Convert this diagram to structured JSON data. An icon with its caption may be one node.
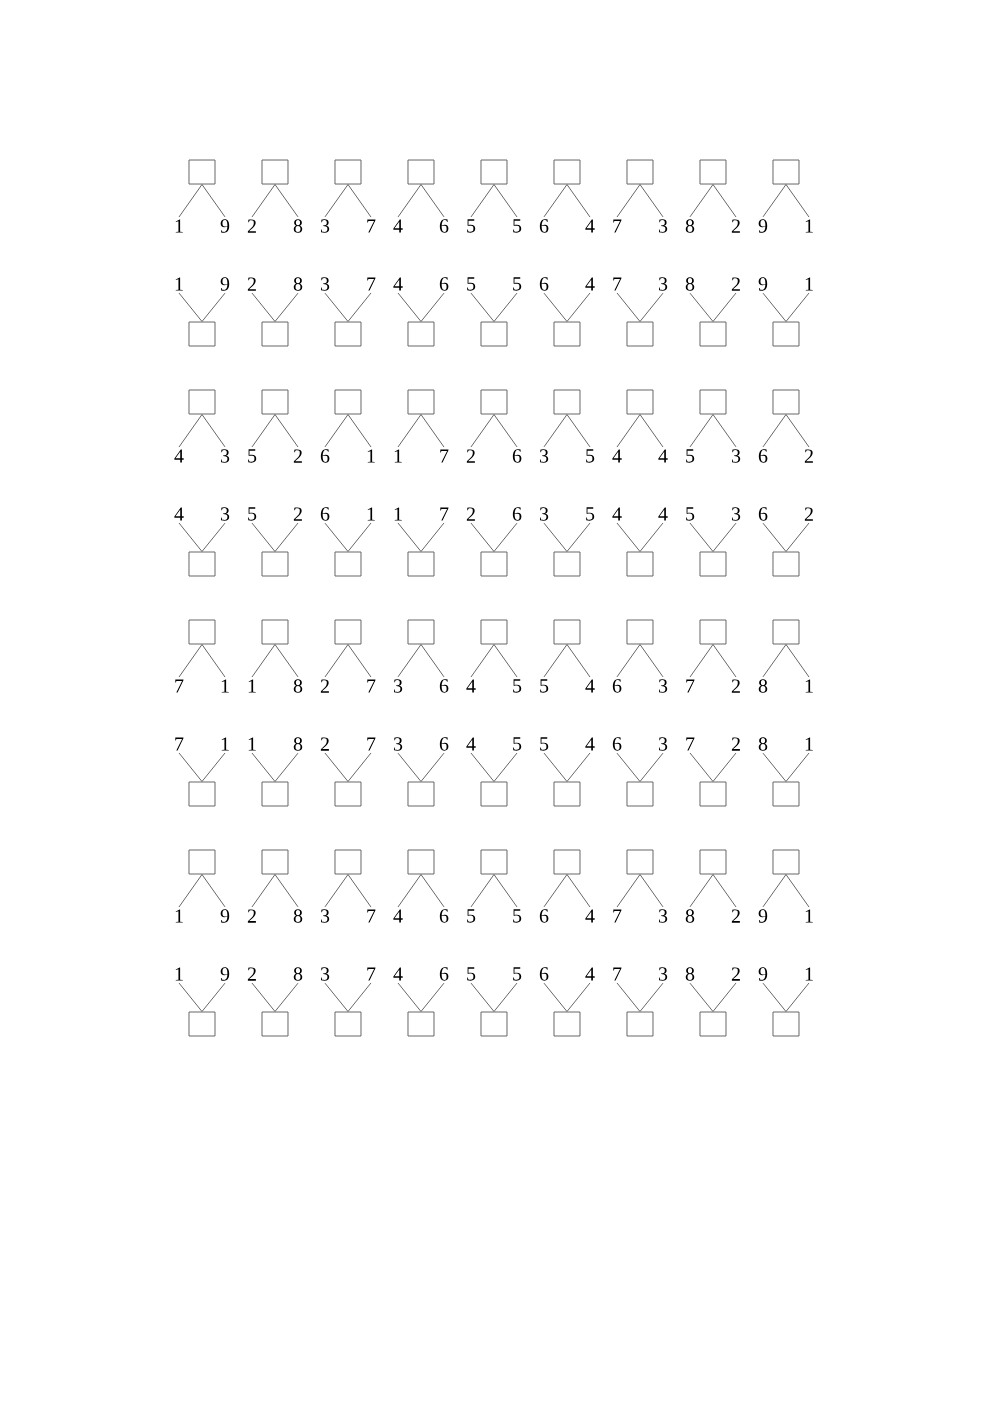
{
  "diagram": {
    "nodes": [
      {
        "text": [],
        "shape": "box"
      },
      {
        "text": [
          "1"
        ]
      },
      {
        "text": [
          "9"
        ]
      },
      {
        "text": [],
        "shape": "box"
      },
      {
        "text": [
          "2"
        ]
      },
      {
        "text": [
          "8"
        ]
      },
      {
        "text": [],
        "shape": "box"
      },
      {
        "text": [
          "3"
        ]
      },
      {
        "text": [
          "7"
        ]
      },
      {
        "text": [],
        "shape": "box"
      },
      {
        "text": [
          "4"
        ]
      },
      {
        "text": [
          "6"
        ]
      },
      {
        "text": [],
        "shape": "box"
      },
      {
        "text": [
          "5"
        ]
      },
      {
        "text": [
          "5"
        ]
      },
      {
        "text": [],
        "shape": "box"
      },
      {
        "text": [
          "6"
        ]
      },
      {
        "text": [
          "4"
        ]
      },
      {
        "text": [],
        "shape": "box"
      },
      {
        "text": [
          "7"
        ]
      },
      {
        "text": [
          "3"
        ]
      },
      {
        "text": [],
        "shape": "box"
      },
      {
        "text": [
          "8"
        ]
      },
      {
        "text": [
          "2"
        ]
      },
      {
        "text": [],
        "shape": "box"
      },
      {
        "text": [
          "9"
        ]
      },
      {
        "text": [
          "1"
        ]
      },
      {
        "text": [
          "1"
        ]
      },
      {
        "text": [
          "9"
        ]
      },
      {
        "text": [],
        "shape": "box"
      },
      {
        "text": [
          "2"
        ]
      },
      {
        "text": [
          "8"
        ]
      },
      {
        "text": [],
        "shape": "box"
      },
      {
        "text": [
          "3"
        ]
      },
      {
        "text": [
          "7"
        ]
      },
      {
        "text": [],
        "shape": "box"
      },
      {
        "text": [
          "4"
        ]
      },
      {
        "text": [
          "6"
        ]
      },
      {
        "text": [],
        "shape": "box"
      },
      {
        "text": [
          "5"
        ]
      },
      {
        "text": [
          "5"
        ]
      },
      {
        "text": [],
        "shape": "box"
      },
      {
        "text": [
          "6"
        ]
      },
      {
        "text": [
          "4"
        ]
      },
      {
        "text": [],
        "shape": "box"
      },
      {
        "text": [
          "7"
        ]
      },
      {
        "text": [
          "3"
        ]
      },
      {
        "text": [],
        "shape": "box"
      },
      {
        "text": [
          "8"
        ]
      },
      {
        "text": [
          "2"
        ]
      },
      {
        "text": [],
        "shape": "box"
      },
      {
        "text": [
          "9"
        ]
      },
      {
        "text": [
          "1"
        ]
      },
      {
        "text": [],
        "shape": "box"
      },
      {
        "text": [],
        "shape": "box"
      },
      {
        "text": [
          "4"
        ]
      },
      {
        "text": [
          "3"
        ]
      },
      {
        "text": [],
        "shape": "box"
      },
      {
        "text": [
          "5"
        ]
      },
      {
        "text": [
          "2"
        ]
      },
      {
        "text": [],
        "shape": "box"
      },
      {
        "text": [
          "6"
        ]
      },
      {
        "text": [
          "1"
        ]
      },
      {
        "text": [],
        "shape": "box"
      },
      {
        "text": [
          "1"
        ]
      },
      {
        "text": [
          "7"
        ]
      },
      {
        "text": [],
        "shape": "box"
      },
      {
        "text": [
          "2"
        ]
      },
      {
        "text": [
          "6"
        ]
      },
      {
        "text": [],
        "shape": "box"
      },
      {
        "text": [
          "3"
        ]
      },
      {
        "text": [
          "5"
        ]
      },
      {
        "text": [],
        "shape": "box"
      },
      {
        "text": [
          "4"
        ]
      },
      {
        "text": [
          "4"
        ]
      },
      {
        "text": [],
        "shape": "box"
      },
      {
        "text": [
          "5"
        ]
      },
      {
        "text": [
          "3"
        ]
      },
      {
        "text": [],
        "shape": "box"
      },
      {
        "text": [
          "6"
        ]
      },
      {
        "text": [
          "2"
        ]
      },
      {
        "text": [
          "4"
        ]
      },
      {
        "text": [
          "3"
        ]
      },
      {
        "text": [],
        "shape": "box"
      },
      {
        "text": [
          "5"
        ]
      },
      {
        "text": [
          "2"
        ]
      },
      {
        "text": [],
        "shape": "box"
      },
      {
        "text": [
          "6"
        ]
      },
      {
        "text": [
          "1"
        ]
      },
      {
        "text": [],
        "shape": "box"
      },
      {
        "text": [
          "1"
        ]
      },
      {
        "text": [
          "7"
        ]
      },
      {
        "text": [],
        "shape": "box"
      },
      {
        "text": [
          "2"
        ]
      },
      {
        "text": [
          "6"
        ]
      },
      {
        "text": [],
        "shape": "box"
      },
      {
        "text": [
          "3"
        ]
      },
      {
        "text": [
          "5"
        ]
      },
      {
        "text": [],
        "shape": "box"
      },
      {
        "text": [
          "4"
        ]
      },
      {
        "text": [
          "4"
        ]
      },
      {
        "text": [],
        "shape": "box"
      },
      {
        "text": [
          "5"
        ]
      },
      {
        "text": [
          "3"
        ]
      },
      {
        "text": [],
        "shape": "box"
      },
      {
        "text": [
          "6"
        ]
      },
      {
        "text": [
          "2"
        ]
      },
      {
        "text": [],
        "shape": "box"
      },
      {
        "text": [],
        "shape": "box"
      },
      {
        "text": [
          "7"
        ]
      },
      {
        "text": [
          "1"
        ]
      },
      {
        "text": [],
        "shape": "box"
      },
      {
        "text": [
          "1"
        ]
      },
      {
        "text": [
          "8"
        ]
      },
      {
        "text": [],
        "shape": "box"
      },
      {
        "text": [
          "2"
        ]
      },
      {
        "text": [
          "7"
        ]
      },
      {
        "text": [],
        "shape": "box"
      },
      {
        "text": [
          "3"
        ]
      },
      {
        "text": [
          "6"
        ]
      },
      {
        "text": [],
        "shape": "box"
      },
      {
        "text": [
          "4"
        ]
      },
      {
        "text": [
          "5"
        ]
      },
      {
        "text": [],
        "shape": "box"
      },
      {
        "text": [
          "5"
        ]
      },
      {
        "text": [
          "4"
        ]
      },
      {
        "text": [],
        "shape": "box"
      },
      {
        "text": [
          "6"
        ]
      },
      {
        "text": [
          "3"
        ]
      },
      {
        "text": [],
        "shape": "box"
      },
      {
        "text": [
          "7"
        ]
      },
      {
        "text": [
          "2"
        ]
      },
      {
        "text": [],
        "shape": "box"
      },
      {
        "text": [
          "8"
        ]
      },
      {
        "text": [
          "1"
        ]
      },
      {
        "text": [
          "7"
        ]
      },
      {
        "text": [
          "1"
        ]
      },
      {
        "text": [],
        "shape": "box"
      },
      {
        "text": [
          "1"
        ]
      },
      {
        "text": [
          "8"
        ]
      },
      {
        "text": [],
        "shape": "box"
      },
      {
        "text": [
          "2"
        ]
      },
      {
        "text": [
          "7"
        ]
      },
      {
        "text": [],
        "shape": "box"
      },
      {
        "text": [
          "3"
        ]
      },
      {
        "text": [
          "6"
        ]
      },
      {
        "text": [],
        "shape": "box"
      },
      {
        "text": [
          "4"
        ]
      },
      {
        "text": [
          "5"
        ]
      },
      {
        "text": [],
        "shape": "box"
      },
      {
        "text": [
          "5"
        ]
      },
      {
        "text": [
          "4"
        ]
      },
      {
        "text": [],
        "shape": "box"
      },
      {
        "text": [
          "6"
        ]
      },
      {
        "text": [
          "3"
        ]
      },
      {
        "text": [],
        "shape": "box"
      },
      {
        "text": [
          "7"
        ]
      },
      {
        "text": [
          "2"
        ]
      },
      {
        "text": [],
        "shape": "box"
      },
      {
        "text": [
          "8"
        ]
      },
      {
        "text": [
          "1"
        ]
      },
      {
        "text": [],
        "shape": "box"
      },
      {
        "text": [],
        "shape": "box"
      },
      {
        "text": [
          "1"
        ]
      },
      {
        "text": [
          "9"
        ]
      },
      {
        "text": [],
        "shape": "box"
      },
      {
        "text": [
          "2"
        ]
      },
      {
        "text": [
          "8"
        ]
      },
      {
        "text": [],
        "shape": "box"
      },
      {
        "text": [
          "3"
        ]
      },
      {
        "text": [
          "7"
        ]
      },
      {
        "text": [],
        "shape": "box"
      },
      {
        "text": [
          "4"
        ]
      },
      {
        "text": [
          "6"
        ]
      },
      {
        "text": [],
        "shape": "box"
      },
      {
        "text": [
          "5"
        ]
      },
      {
        "text": [
          "5"
        ]
      },
      {
        "text": [],
        "shape": "box"
      },
      {
        "text": [
          "6"
        ]
      },
      {
        "text": [
          "4"
        ]
      },
      {
        "text": [],
        "shape": "box"
      },
      {
        "text": [
          "7"
        ]
      },
      {
        "text": [
          "3"
        ]
      },
      {
        "text": [],
        "shape": "box"
      },
      {
        "text": [
          "8"
        ]
      },
      {
        "text": [
          "2"
        ]
      },
      {
        "text": [],
        "shape": "box"
      },
      {
        "text": [
          "9"
        ]
      },
      {
        "text": [
          "1"
        ]
      },
      {
        "text": [
          "1"
        ]
      },
      {
        "text": [
          "9"
        ]
      },
      {
        "text": [],
        "shape": "box"
      },
      {
        "text": [
          "2"
        ]
      },
      {
        "text": [
          "8"
        ]
      },
      {
        "text": [],
        "shape": "box"
      },
      {
        "text": [
          "3"
        ]
      },
      {
        "text": [
          "7"
        ]
      },
      {
        "text": [],
        "shape": "box"
      },
      {
        "text": [
          "4"
        ]
      },
      {
        "text": [
          "6"
        ]
      },
      {
        "text": [],
        "shape": "box"
      },
      {
        "text": [
          "5"
        ]
      },
      {
        "text": [
          "5"
        ]
      },
      {
        "text": [],
        "shape": "box"
      },
      {
        "text": [
          "6"
        ]
      },
      {
        "text": [
          "4"
        ]
      },
      {
        "text": [],
        "shape": "box"
      },
      {
        "text": [
          "7"
        ]
      },
      {
        "text": [
          "3"
        ]
      },
      {
        "text": [],
        "shape": "box"
      },
      {
        "text": [
          "8"
        ]
      },
      {
        "text": [
          "2"
        ]
      },
      {
        "text": [],
        "shape": "box"
      },
      {
        "text": [
          "9"
        ]
      },
      {
        "text": [
          "1"
        ]
      },
      {
        "text": [],
        "shape": "box"
      }
    ],
    "edges": [
      {
        "from": 0,
        "to": 1,
        "arrow": "none"
      },
      {
        "from": 0,
        "to": 2,
        "arrow": "none"
      },
      {
        "from": 3,
        "to": 4,
        "arrow": "none"
      },
      {
        "from": 3,
        "to": 5,
        "arrow": "none"
      },
      {
        "from": 6,
        "to": 7,
        "arrow": "none"
      },
      {
        "from": 6,
        "to": 8,
        "arrow": "none"
      },
      {
        "from": 9,
        "to": 10,
        "arrow": "none"
      },
      {
        "from": 9,
        "to": 11,
        "arrow": "none"
      },
      {
        "from": 12,
        "to": 13,
        "arrow": "none"
      },
      {
        "from": 12,
        "to": 14,
        "arrow": "none"
      },
      {
        "from": 15,
        "to": 16,
        "arrow": "none"
      },
      {
        "from": 15,
        "to": 17,
        "arrow": "none"
      },
      {
        "from": 18,
        "to": 19,
        "arrow": "none"
      },
      {
        "from": 18,
        "to": 20,
        "arrow": "none"
      },
      {
        "from": 21,
        "to": 22,
        "arrow": "none"
      },
      {
        "from": 21,
        "to": 23,
        "arrow": "none"
      },
      {
        "from": 24,
        "to": 25,
        "arrow": "none"
      },
      {
        "from": 24,
        "to": 26,
        "arrow": "none"
      },
      {
        "from": 29,
        "to": 27,
        "arrow": "none"
      },
      {
        "from": 29,
        "to": 28,
        "arrow": "none"
      },
      {
        "from": 32,
        "to": 30,
        "arrow": "none"
      },
      {
        "from": 32,
        "to": 31,
        "arrow": "none"
      },
      {
        "from": 35,
        "to": 33,
        "arrow": "none"
      },
      {
        "from": 35,
        "to": 34,
        "arrow": "none"
      },
      {
        "from": 38,
        "to": 36,
        "arrow": "none"
      },
      {
        "from": 38,
        "to": 37,
        "arrow": "none"
      },
      {
        "from": 41,
        "to": 39,
        "arrow": "none"
      },
      {
        "from": 41,
        "to": 40,
        "arrow": "none"
      },
      {
        "from": 44,
        "to": 42,
        "arrow": "none"
      },
      {
        "from": 44,
        "to": 43,
        "arrow": "none"
      },
      {
        "from": 47,
        "to": 45,
        "arrow": "none"
      },
      {
        "from": 47,
        "to": 46,
        "arrow": "none"
      },
      {
        "from": 50,
        "to": 48,
        "arrow": "none"
      },
      {
        "from": 50,
        "to": 49,
        "arrow": "none"
      },
      {
        "from": 53,
        "to": 51,
        "arrow": "none"
      },
      {
        "from": 53,
        "to": 52,
        "arrow": "none"
      },
      {
        "from": 54,
        "to": 55,
        "arrow": "none"
      },
      {
        "from": 54,
        "to": 56,
        "arrow": "none"
      },
      {
        "from": 57,
        "to": 58,
        "arrow": "none"
      },
      {
        "from": 57,
        "to": 59,
        "arrow": "none"
      },
      {
        "from": 60,
        "to": 61,
        "arrow": "none"
      },
      {
        "from": 60,
        "to": 62,
        "arrow": "none"
      },
      {
        "from": 63,
        "to": 64,
        "arrow": "none"
      },
      {
        "from": 63,
        "to": 65,
        "arrow": "none"
      },
      {
        "from": 66,
        "to": 67,
        "arrow": "none"
      },
      {
        "from": 66,
        "to": 68,
        "arrow": "none"
      },
      {
        "from": 69,
        "to": 70,
        "arrow": "none"
      },
      {
        "from": 69,
        "to": 71,
        "arrow": "none"
      },
      {
        "from": 72,
        "to": 73,
        "arrow": "none"
      },
      {
        "from": 72,
        "to": 74,
        "arrow": "none"
      },
      {
        "from": 75,
        "to": 76,
        "arrow": "none"
      },
      {
        "from": 75,
        "to": 77,
        "arrow": "none"
      },
      {
        "from": 78,
        "to": 79,
        "arrow": "none"
      },
      {
        "from": 78,
        "to": 80,
        "arrow": "none"
      },
      {
        "from": 83,
        "to": 81,
        "arrow": "none"
      },
      {
        "from": 83,
        "to": 82,
        "arrow": "none"
      },
      {
        "from": 86,
        "to": 84,
        "arrow": "none"
      },
      {
        "from": 86,
        "to": 85,
        "arrow": "none"
      },
      {
        "from": 89,
        "to": 87,
        "arrow": "none"
      },
      {
        "from": 89,
        "to": 88,
        "arrow": "none"
      },
      {
        "from": 92,
        "to": 90,
        "arrow": "none"
      },
      {
        "from": 92,
        "to": 91,
        "arrow": "none"
      },
      {
        "from": 95,
        "to": 93,
        "arrow": "none"
      },
      {
        "from": 95,
        "to": 94,
        "arrow": "none"
      },
      {
        "from": 98,
        "to": 96,
        "arrow": "none"
      },
      {
        "from": 98,
        "to": 97,
        "arrow": "none"
      },
      {
        "from": 101,
        "to": 99,
        "arrow": "none"
      },
      {
        "from": 101,
        "to": 100,
        "arrow": "none"
      },
      {
        "from": 104,
        "to": 102,
        "arrow": "none"
      },
      {
        "from": 104,
        "to": 103,
        "arrow": "none"
      },
      {
        "from": 107,
        "to": 105,
        "arrow": "none"
      },
      {
        "from": 107,
        "to": 106,
        "arrow": "none"
      },
      {
        "from": 108,
        "to": 109,
        "arrow": "none"
      },
      {
        "from": 108,
        "to": 110,
        "arrow": "none"
      },
      {
        "from": 111,
        "to": 112,
        "arrow": "none"
      },
      {
        "from": 111,
        "to": 113,
        "arrow": "none"
      },
      {
        "from": 114,
        "to": 115,
        "arrow": "none"
      },
      {
        "from": 114,
        "to": 116,
        "arrow": "none"
      },
      {
        "from": 117,
        "to": 118,
        "arrow": "none"
      },
      {
        "from": 117,
        "to": 119,
        "arrow": "none"
      },
      {
        "from": 120,
        "to": 121,
        "arrow": "none"
      },
      {
        "from": 120,
        "to": 122,
        "arrow": "none"
      },
      {
        "from": 123,
        "to": 124,
        "arrow": "none"
      },
      {
        "from": 123,
        "to": 125,
        "arrow": "none"
      },
      {
        "from": 126,
        "to": 127,
        "arrow": "none"
      },
      {
        "from": 126,
        "to": 128,
        "arrow": "none"
      },
      {
        "from": 129,
        "to": 130,
        "arrow": "none"
      },
      {
        "from": 129,
        "to": 131,
        "arrow": "none"
      },
      {
        "from": 132,
        "to": 133,
        "arrow": "none"
      },
      {
        "from": 132,
        "to": 134,
        "arrow": "none"
      },
      {
        "from": 137,
        "to": 135,
        "arrow": "none"
      },
      {
        "from": 137,
        "to": 136,
        "arrow": "none"
      },
      {
        "from": 140,
        "to": 138,
        "arrow": "none"
      },
      {
        "from": 140,
        "to": 139,
        "arrow": "none"
      },
      {
        "from": 143,
        "to": 141,
        "arrow": "none"
      },
      {
        "from": 143,
        "to": 142,
        "arrow": "none"
      },
      {
        "from": 146,
        "to": 144,
        "arrow": "none"
      },
      {
        "from": 146,
        "to": 145,
        "arrow": "none"
      },
      {
        "from": 149,
        "to": 147,
        "arrow": "none"
      },
      {
        "from": 149,
        "to": 148,
        "arrow": "none"
      },
      {
        "from": 152,
        "to": 150,
        "arrow": "none"
      },
      {
        "from": 152,
        "to": 151,
        "arrow": "none"
      },
      {
        "from": 155,
        "to": 153,
        "arrow": "none"
      },
      {
        "from": 155,
        "to": 154,
        "arrow": "none"
      },
      {
        "from": 158,
        "to": 156,
        "arrow": "none"
      },
      {
        "from": 158,
        "to": 157,
        "arrow": "none"
      },
      {
        "from": 161,
        "to": 159,
        "arrow": "none"
      },
      {
        "from": 161,
        "to": 160,
        "arrow": "none"
      },
      {
        "from": 162,
        "to": 163,
        "arrow": "none"
      },
      {
        "from": 162,
        "to": 164,
        "arrow": "none"
      },
      {
        "from": 165,
        "to": 166,
        "arrow": "none"
      },
      {
        "from": 165,
        "to": 167,
        "arrow": "none"
      },
      {
        "from": 168,
        "to": 169,
        "arrow": "none"
      },
      {
        "from": 168,
        "to": 170,
        "arrow": "none"
      },
      {
        "from": 171,
        "to": 172,
        "arrow": "none"
      },
      {
        "from": 171,
        "to": 173,
        "arrow": "none"
      },
      {
        "from": 174,
        "to": 175,
        "arrow": "none"
      },
      {
        "from": 174,
        "to": 176,
        "arrow": "none"
      },
      {
        "from": 177,
        "to": 178,
        "arrow": "none"
      },
      {
        "from": 177,
        "to": 179,
        "arrow": "none"
      },
      {
        "from": 180,
        "to": 181,
        "arrow": "none"
      },
      {
        "from": 180,
        "to": 182,
        "arrow": "none"
      },
      {
        "from": 183,
        "to": 184,
        "arrow": "none"
      },
      {
        "from": 183,
        "to": 185,
        "arrow": "none"
      },
      {
        "from": 186,
        "to": 187,
        "arrow": "none"
      },
      {
        "from": 186,
        "to": 188,
        "arrow": "none"
      },
      {
        "from": 191,
        "to": 189,
        "arrow": "none"
      },
      {
        "from": 191,
        "to": 190,
        "arrow": "none"
      },
      {
        "from": 194,
        "to": 192,
        "arrow": "none"
      },
      {
        "from": 194,
        "to": 193,
        "arrow": "none"
      },
      {
        "from": 197,
        "to": 195,
        "arrow": "none"
      },
      {
        "from": 197,
        "to": 196,
        "arrow": "none"
      },
      {
        "from": 200,
        "to": 198,
        "arrow": "none"
      },
      {
        "from": 200,
        "to": 199,
        "arrow": "none"
      },
      {
        "from": 203,
        "to": 201,
        "arrow": "none"
      },
      {
        "from": 203,
        "to": 202,
        "arrow": "none"
      },
      {
        "from": 206,
        "to": 204,
        "arrow": "none"
      },
      {
        "from": 206,
        "to": 205,
        "arrow": "none"
      },
      {
        "from": 209,
        "to": 207,
        "arrow": "none"
      },
      {
        "from": 209,
        "to": 208,
        "arrow": "none"
      },
      {
        "from": 212,
        "to": 210,
        "arrow": "none"
      },
      {
        "from": 212,
        "to": 211,
        "arrow": "none"
      },
      {
        "from": 215,
        "to": 213,
        "arrow": "none"
      },
      {
        "from": 215,
        "to": 214,
        "arrow": "none"
      }
    ]
  }
}
